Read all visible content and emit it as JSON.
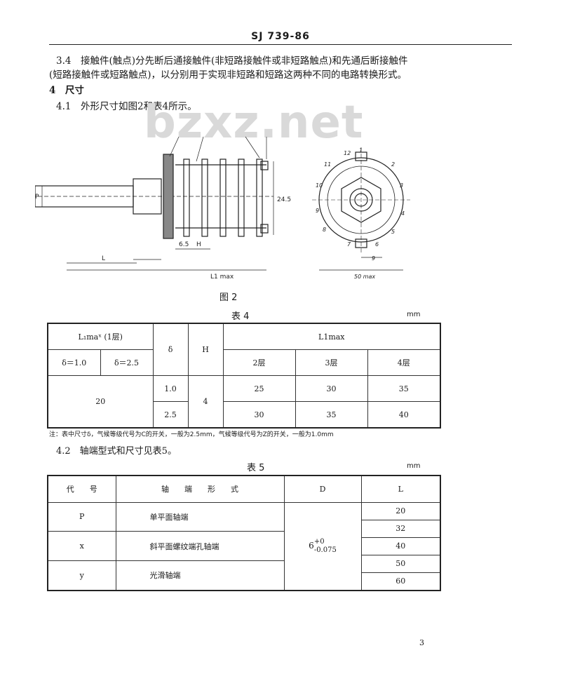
{
  "header": {
    "code": "SJ 739-86"
  },
  "para_3_4": {
    "line1": "3.4　接触件(触点)分先断后通接触件(非短路接触件或非短路触点)和先通后断接触件",
    "line2": "(短路接触件或短路触点)，以分别用于实现非短路和短路这两种不同的电路转换形式。"
  },
  "section4": {
    "title": "4　尺寸",
    "p4_1": "4.1　外形尺寸如图2和表4所示。"
  },
  "watermark": "bzxz.net",
  "figure": {
    "caption": "图 2",
    "side_labels": {
      "dim_24_5": "24.5",
      "dim_6_5": "6.5",
      "dim_L": "L",
      "dim_L1max": "L1 max",
      "dim_P": "P",
      "dim_H": "H"
    },
    "front_labels": {
      "n1": "1",
      "n2": "2",
      "n3": "3",
      "n4": "4",
      "n5": "5",
      "n6": "6",
      "n7": "7",
      "n8": "8",
      "n9": "9",
      "n10": "10",
      "n11": "11",
      "n12": "12",
      "dim_9": "9",
      "dim_50max": "50 max"
    }
  },
  "table4": {
    "caption": "表 4",
    "unit": "mm",
    "h_lmax": "L₁maˣ (1层)",
    "h_delta1": "δ＝1.0",
    "h_delta2": "δ＝2.5",
    "h_delta": "δ",
    "h_H": "H",
    "h_L1max": "L1max",
    "h_2": "2层",
    "h_3": "3层",
    "h_4": "4层",
    "val_lmax": "20",
    "val_H": "4",
    "rows": [
      {
        "delta": "1.0",
        "c2": "25",
        "c3": "30",
        "c4": "35"
      },
      {
        "delta": "2.5",
        "c2": "30",
        "c3": "35",
        "c4": "40"
      }
    ],
    "note": "注：表中尺寸δ，气候等级代号为C的开关，一般为2.5mm，气候等级代号为Z的开关，一般为1.0mm"
  },
  "p4_2": "4.2　轴端型式和尺寸见表5。",
  "table5": {
    "caption": "表 5",
    "unit": "mm",
    "h_code": "代　　号",
    "h_form": "轴　　端　　形　　式",
    "h_D": "D",
    "h_L": "L",
    "rows": [
      {
        "code": "P",
        "form": "单平面轴端"
      },
      {
        "code": "x",
        "form": "斜平面螺纹端孔轴端"
      },
      {
        "code": "y",
        "form": "光滑轴端"
      }
    ],
    "D_base": "6",
    "D_upper": "+0",
    "D_lower": "-0.075",
    "L_values": [
      "20",
      "32",
      "40",
      "50",
      "60"
    ]
  },
  "page_number": "3"
}
